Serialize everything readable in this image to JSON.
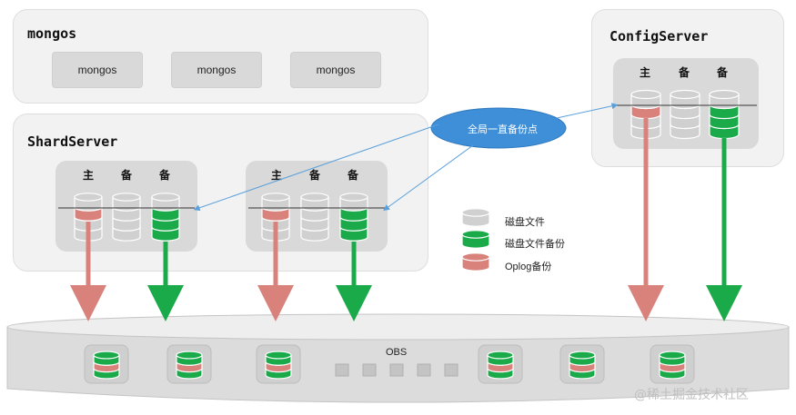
{
  "mongos": {
    "title": "mongos",
    "instances": [
      "mongos",
      "mongos",
      "mongos"
    ]
  },
  "shard_server": {
    "title": "ShardServer",
    "replica_labels": [
      "主",
      "备",
      "备"
    ]
  },
  "config_server": {
    "title": "ConfigServer",
    "replica_labels": [
      "主",
      "备",
      "备"
    ]
  },
  "global_backup_point": "全局一直备份点",
  "legend": [
    {
      "label": "磁盘文件",
      "color": "#d0d0d0"
    },
    {
      "label": "磁盘文件备份",
      "color": "#1aaa4a"
    },
    {
      "label": "Oplog备份",
      "color": "#d9827c"
    }
  ],
  "obs_label": "OBS",
  "watermark": "@稀土掘金技术社区",
  "colors": {
    "oplog": "#d9827c",
    "disk_backup": "#1aaa4a",
    "disk": "#d0d0d0",
    "ellipse": "#3e8fd8",
    "link": "#5aa0dc"
  }
}
